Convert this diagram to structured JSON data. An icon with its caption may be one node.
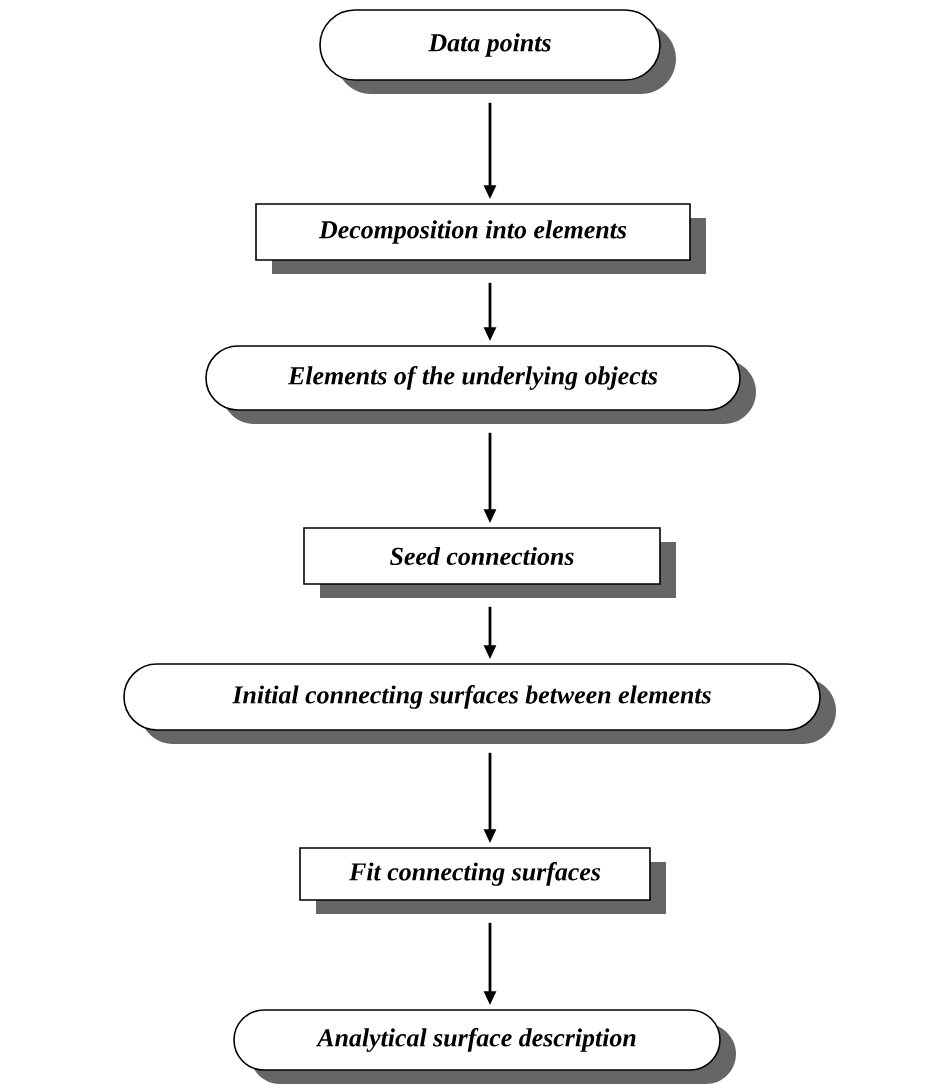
{
  "diagram": {
    "nodes": [
      {
        "text": [
          "Data points"
        ]
      },
      {
        "text": [
          "Decomposition into elements"
        ]
      },
      {
        "text": [
          "Elements of the underlying objects"
        ]
      },
      {
        "text": [
          "Seed connections"
        ]
      },
      {
        "text": [
          "Initial connecting surfaces between elements"
        ]
      },
      {
        "text": [
          "Fit connecting surfaces"
        ]
      },
      {
        "text": [
          "Analytical surface description"
        ]
      }
    ],
    "edges": [
      {
        "from": 0,
        "to": 1,
        "arrow": "to"
      },
      {
        "from": 1,
        "to": 2,
        "arrow": "to"
      },
      {
        "from": 2,
        "to": 3,
        "arrow": "to"
      },
      {
        "from": 3,
        "to": 4,
        "arrow": "to"
      },
      {
        "from": 4,
        "to": 5,
        "arrow": "to"
      },
      {
        "from": 5,
        "to": 6,
        "arrow": "to"
      }
    ]
  }
}
